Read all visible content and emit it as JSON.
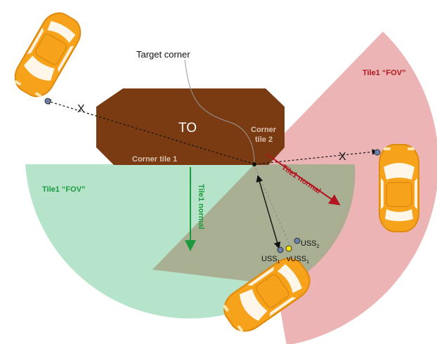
{
  "labels": {
    "target_corner": "Target corner",
    "to": "TO",
    "corner_tile_1": "Corner tile 1",
    "corner_tile_2_a": "Corner",
    "corner_tile_2_b": "tile 2",
    "tile1_fov_red": "Tile1 “FOV”",
    "tile1_fov_green": "Tile1 “FOV”",
    "tile1_normal_green": "Tile1 normal",
    "tile1_normal_red": "Tile1 normal",
    "uss1": "USS",
    "uss1_sub": "1",
    "uss2": "USS",
    "uss2_sub": "2",
    "vuss1": "vUSS",
    "vuss1_sub": "1",
    "cross": "X"
  },
  "colors": {
    "green_fov": "#b6e4cb",
    "red_fov": "#ecb4b4",
    "overlap": "#a9ac8f",
    "obstacle": "#7a3b12",
    "car_body": "#f6a21b",
    "green_text": "#1a9a3c",
    "red_text": "#b3151f"
  },
  "icons": [
    "car-icon",
    "sensor-dot-icon",
    "arrow-icon"
  ]
}
